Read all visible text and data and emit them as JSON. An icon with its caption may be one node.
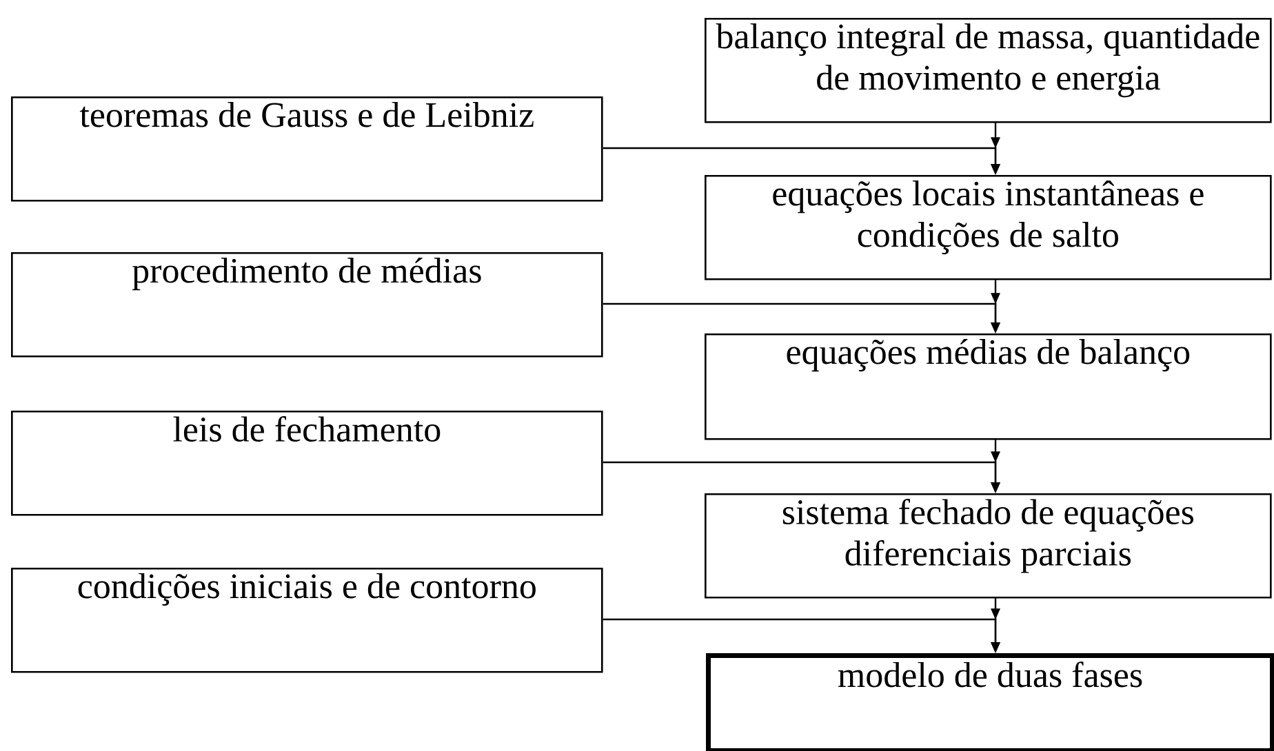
{
  "diagram": {
    "nodes": [
      {
        "text": [
          "balanço integral de massa, quantidade de movimento e energia"
        ]
      },
      {
        "text": [
          "teoremas de Gauss e de Leibniz"
        ]
      },
      {
        "text": [
          "equações locais instantâneas e condições de salto"
        ]
      },
      {
        "text": [
          "procedimento de médias"
        ]
      },
      {
        "text": [
          "equações médias de balanço"
        ]
      },
      {
        "text": [
          "leis de fechamento"
        ]
      },
      {
        "text": [
          "sistema fechado de equações diferenciais parciais"
        ]
      },
      {
        "text": [
          "condições iniciais e de contorno"
        ]
      },
      {
        "text": [
          "modelo de duas fases"
        ]
      }
    ],
    "edges": [
      {
        "from": 0,
        "to": 2,
        "arrow": "to"
      },
      {
        "from": 1,
        "to": 2,
        "arrow": "to"
      },
      {
        "from": 2,
        "to": 4,
        "arrow": "to"
      },
      {
        "from": 3,
        "to": 4,
        "arrow": "to"
      },
      {
        "from": 4,
        "to": 6,
        "arrow": "to"
      },
      {
        "from": 5,
        "to": 6,
        "arrow": "to"
      },
      {
        "from": 6,
        "to": 8,
        "arrow": "to"
      },
      {
        "from": 7,
        "to": 8,
        "arrow": "to"
      }
    ]
  }
}
